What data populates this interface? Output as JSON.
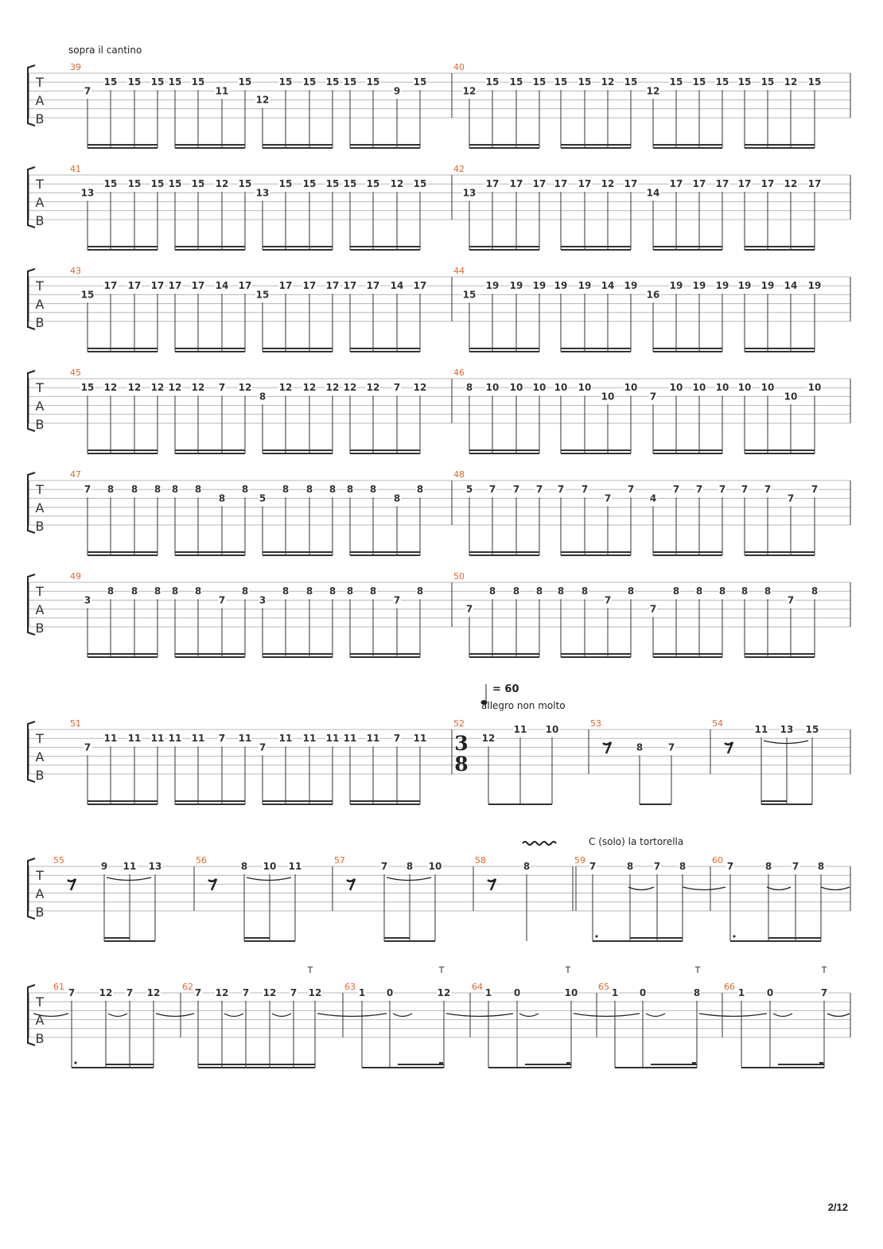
{
  "page": {
    "number_label": "2/12"
  },
  "labels": {
    "sopra_il_cantino": "sopra il cantino",
    "tempo_value": "= 60",
    "tempo_text": "allegro non molto",
    "section_label": "C (solo) la tortorella",
    "tab_letters": [
      "T",
      "A",
      "B"
    ],
    "time_signature": [
      "3",
      "8"
    ],
    "tap_mark": "T"
  },
  "colors": {
    "measure_number": "#e4662a",
    "staff_line": "#b8b8b8",
    "ink": "#333333"
  },
  "systems": [
    {
      "measures": [
        {
          "number": "39",
          "notes": [
            [
              "7",
              2
            ],
            [
              "15",
              1
            ],
            [
              "15",
              1
            ],
            [
              "15",
              1
            ],
            [
              "15",
              1
            ],
            [
              "15",
              1
            ],
            [
              "11",
              2
            ],
            [
              "15",
              1
            ],
            [
              "12",
              3
            ],
            [
              "15",
              1
            ],
            [
              "15",
              1
            ],
            [
              "15",
              1
            ],
            [
              "15",
              1
            ],
            [
              "15",
              1
            ],
            [
              "9",
              2
            ],
            [
              "15",
              1
            ]
          ]
        },
        {
          "number": "40",
          "notes": [
            [
              "12",
              2
            ],
            [
              "15",
              1
            ],
            [
              "15",
              1
            ],
            [
              "15",
              1
            ],
            [
              "15",
              1
            ],
            [
              "15",
              1
            ],
            [
              "12",
              1
            ],
            [
              "15",
              1
            ],
            [
              "12",
              2
            ],
            [
              "15",
              1
            ],
            [
              "15",
              1
            ],
            [
              "15",
              1
            ],
            [
              "15",
              1
            ],
            [
              "15",
              1
            ],
            [
              "12",
              1
            ],
            [
              "15",
              1
            ]
          ]
        }
      ]
    },
    {
      "measures": [
        {
          "number": "41",
          "notes": [
            [
              "13",
              2
            ],
            [
              "15",
              1
            ],
            [
              "15",
              1
            ],
            [
              "15",
              1
            ],
            [
              "15",
              1
            ],
            [
              "15",
              1
            ],
            [
              "12",
              1
            ],
            [
              "15",
              1
            ],
            [
              "13",
              2
            ],
            [
              "15",
              1
            ],
            [
              "15",
              1
            ],
            [
              "15",
              1
            ],
            [
              "15",
              1
            ],
            [
              "15",
              1
            ],
            [
              "12",
              1
            ],
            [
              "15",
              1
            ]
          ]
        },
        {
          "number": "42",
          "notes": [
            [
              "13",
              2
            ],
            [
              "17",
              1
            ],
            [
              "17",
              1
            ],
            [
              "17",
              1
            ],
            [
              "17",
              1
            ],
            [
              "17",
              1
            ],
            [
              "12",
              1
            ],
            [
              "17",
              1
            ],
            [
              "14",
              2
            ],
            [
              "17",
              1
            ],
            [
              "17",
              1
            ],
            [
              "17",
              1
            ],
            [
              "17",
              1
            ],
            [
              "17",
              1
            ],
            [
              "12",
              1
            ],
            [
              "17",
              1
            ]
          ]
        }
      ]
    },
    {
      "measures": [
        {
          "number": "43",
          "notes": [
            [
              "15",
              2
            ],
            [
              "17",
              1
            ],
            [
              "17",
              1
            ],
            [
              "17",
              1
            ],
            [
              "17",
              1
            ],
            [
              "17",
              1
            ],
            [
              "14",
              1
            ],
            [
              "17",
              1
            ],
            [
              "15",
              2
            ],
            [
              "17",
              1
            ],
            [
              "17",
              1
            ],
            [
              "17",
              1
            ],
            [
              "17",
              1
            ],
            [
              "17",
              1
            ],
            [
              "14",
              1
            ],
            [
              "17",
              1
            ]
          ]
        },
        {
          "number": "44",
          "notes": [
            [
              "15",
              2
            ],
            [
              "19",
              1
            ],
            [
              "19",
              1
            ],
            [
              "19",
              1
            ],
            [
              "19",
              1
            ],
            [
              "19",
              1
            ],
            [
              "14",
              1
            ],
            [
              "19",
              1
            ],
            [
              "16",
              2
            ],
            [
              "19",
              1
            ],
            [
              "19",
              1
            ],
            [
              "19",
              1
            ],
            [
              "19",
              1
            ],
            [
              "19",
              1
            ],
            [
              "14",
              1
            ],
            [
              "19",
              1
            ]
          ]
        }
      ]
    },
    {
      "measures": [
        {
          "number": "45",
          "notes": [
            [
              "15",
              1
            ],
            [
              "12",
              1
            ],
            [
              "12",
              1
            ],
            [
              "12",
              1
            ],
            [
              "12",
              1
            ],
            [
              "12",
              1
            ],
            [
              "7",
              1
            ],
            [
              "12",
              1
            ],
            [
              "8",
              2
            ],
            [
              "12",
              1
            ],
            [
              "12",
              1
            ],
            [
              "12",
              1
            ],
            [
              "12",
              1
            ],
            [
              "12",
              1
            ],
            [
              "7",
              1
            ],
            [
              "12",
              1
            ]
          ]
        },
        {
          "number": "46",
          "notes": [
            [
              "8",
              1
            ],
            [
              "10",
              1
            ],
            [
              "10",
              1
            ],
            [
              "10",
              1
            ],
            [
              "10",
              1
            ],
            [
              "10",
              1
            ],
            [
              "10",
              2
            ],
            [
              "10",
              1
            ],
            [
              "7",
              2
            ],
            [
              "10",
              1
            ],
            [
              "10",
              1
            ],
            [
              "10",
              1
            ],
            [
              "10",
              1
            ],
            [
              "10",
              1
            ],
            [
              "10",
              2
            ],
            [
              "10",
              1
            ]
          ]
        }
      ]
    },
    {
      "measures": [
        {
          "number": "47",
          "notes": [
            [
              "7",
              1
            ],
            [
              "8",
              1
            ],
            [
              "8",
              1
            ],
            [
              "8",
              1
            ],
            [
              "8",
              1
            ],
            [
              "8",
              1
            ],
            [
              "8",
              2
            ],
            [
              "8",
              1
            ],
            [
              "5",
              2
            ],
            [
              "8",
              1
            ],
            [
              "8",
              1
            ],
            [
              "8",
              1
            ],
            [
              "8",
              1
            ],
            [
              "8",
              1
            ],
            [
              "8",
              2
            ],
            [
              "8",
              1
            ]
          ]
        },
        {
          "number": "48",
          "notes": [
            [
              "5",
              1
            ],
            [
              "7",
              1
            ],
            [
              "7",
              1
            ],
            [
              "7",
              1
            ],
            [
              "7",
              1
            ],
            [
              "7",
              1
            ],
            [
              "7",
              2
            ],
            [
              "7",
              1
            ],
            [
              "4",
              2
            ],
            [
              "7",
              1
            ],
            [
              "7",
              1
            ],
            [
              "7",
              1
            ],
            [
              "7",
              1
            ],
            [
              "7",
              1
            ],
            [
              "7",
              2
            ],
            [
              "7",
              1
            ]
          ]
        }
      ]
    },
    {
      "measures": [
        {
          "number": "49",
          "notes": [
            [
              "3",
              2
            ],
            [
              "8",
              1
            ],
            [
              "8",
              1
            ],
            [
              "8",
              1
            ],
            [
              "8",
              1
            ],
            [
              "8",
              1
            ],
            [
              "7",
              2
            ],
            [
              "8",
              1
            ],
            [
              "3",
              2
            ],
            [
              "8",
              1
            ],
            [
              "8",
              1
            ],
            [
              "8",
              1
            ],
            [
              "8",
              1
            ],
            [
              "8",
              1
            ],
            [
              "7",
              2
            ],
            [
              "8",
              1
            ]
          ]
        },
        {
          "number": "50",
          "notes": [
            [
              "7",
              3
            ],
            [
              "8",
              1
            ],
            [
              "8",
              1
            ],
            [
              "8",
              1
            ],
            [
              "8",
              1
            ],
            [
              "8",
              1
            ],
            [
              "7",
              2
            ],
            [
              "8",
              1
            ],
            [
              "7",
              3
            ],
            [
              "8",
              1
            ],
            [
              "8",
              1
            ],
            [
              "8",
              1
            ],
            [
              "8",
              1
            ],
            [
              "8",
              1
            ],
            [
              "7",
              2
            ],
            [
              "8",
              1
            ]
          ]
        }
      ]
    },
    {
      "measures": [
        {
          "number": "51",
          "notes": [
            [
              "7",
              2
            ],
            [
              "11",
              1
            ],
            [
              "11",
              1
            ],
            [
              "11",
              1
            ],
            [
              "11",
              1
            ],
            [
              "11",
              1
            ],
            [
              "7",
              1
            ],
            [
              "11",
              1
            ],
            [
              "7",
              2
            ],
            [
              "11",
              1
            ],
            [
              "11",
              1
            ],
            [
              "11",
              1
            ],
            [
              "11",
              1
            ],
            [
              "11",
              1
            ],
            [
              "7",
              1
            ],
            [
              "11",
              1
            ]
          ]
        },
        {
          "number": "52",
          "notes": [
            [
              "12",
              1
            ],
            [
              "11",
              0
            ],
            [
              "10",
              0
            ]
          ]
        },
        {
          "number": "53",
          "notes": [
            [
              "8",
              2
            ],
            [
              "7",
              2
            ]
          ]
        },
        {
          "number": "54",
          "notes": [
            [
              "11",
              0
            ],
            [
              "13",
              0
            ],
            [
              "15",
              0
            ]
          ]
        }
      ]
    },
    {
      "measures": [
        {
          "number": "55",
          "notes": [
            [
              "9",
              0
            ],
            [
              "11",
              0
            ],
            [
              "13",
              0
            ]
          ]
        },
        {
          "number": "56",
          "notes": [
            [
              "8",
              0
            ],
            [
              "10",
              0
            ],
            [
              "11",
              0
            ]
          ]
        },
        {
          "number": "57",
          "notes": [
            [
              "7",
              0
            ],
            [
              "8",
              0
            ],
            [
              "10",
              0
            ]
          ]
        },
        {
          "number": "58",
          "notes": [
            [
              "8",
              0
            ]
          ]
        },
        {
          "number": "59",
          "notes": [
            [
              "7",
              0
            ],
            [
              "8",
              0
            ],
            [
              "7",
              0
            ],
            [
              "8",
              0
            ]
          ]
        },
        {
          "number": "60",
          "notes": [
            [
              "7",
              0
            ],
            [
              "8",
              0
            ],
            [
              "7",
              0
            ],
            [
              "8",
              0
            ]
          ]
        }
      ]
    },
    {
      "measures": [
        {
          "number": "61",
          "notes": [
            [
              "7",
              0
            ],
            [
              "12",
              0
            ],
            [
              "7",
              0
            ],
            [
              "12",
              0
            ]
          ]
        },
        {
          "number": "62",
          "notes": [
            [
              "7",
              0
            ],
            [
              "12",
              0
            ],
            [
              "7",
              0
            ],
            [
              "12",
              0
            ],
            [
              "7",
              0
            ],
            [
              "12",
              0
            ]
          ]
        },
        {
          "number": "63",
          "notes": [
            [
              "1",
              0
            ],
            [
              "0",
              0
            ],
            [
              "12",
              0
            ]
          ]
        },
        {
          "number": "64",
          "notes": [
            [
              "1",
              0
            ],
            [
              "0",
              0
            ],
            [
              "10",
              0
            ]
          ]
        },
        {
          "number": "65",
          "notes": [
            [
              "1",
              0
            ],
            [
              "0",
              0
            ],
            [
              "8",
              0
            ]
          ]
        },
        {
          "number": "66",
          "notes": [
            [
              "1",
              0
            ],
            [
              "0",
              0
            ],
            [
              "7",
              0
            ]
          ]
        }
      ]
    }
  ]
}
